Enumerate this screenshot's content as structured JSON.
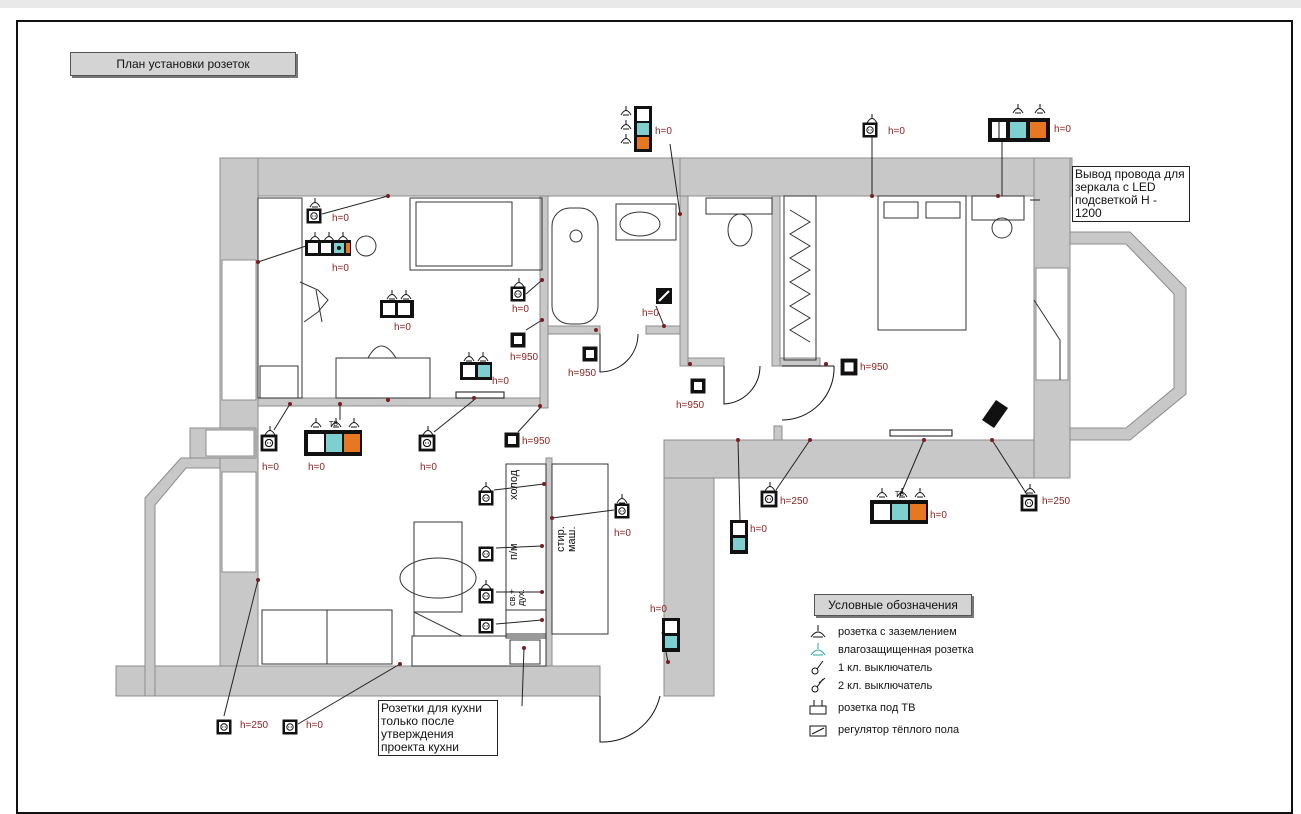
{
  "title": "План установки розеток",
  "notes": {
    "mirror": "Вывод провода для зеркала с LED подсветкой H - 1200",
    "kitchen": "Розетки для кухни только после утверждения проекта кухни"
  },
  "room_labels": {
    "fridge": "холод",
    "dishwasher": "п/м",
    "washer": "стир. маш.",
    "oven": "св.+ дух."
  },
  "legend": {
    "title": "Условные обозначения",
    "items": [
      {
        "symbol": "grounded-socket",
        "label": "розетка с заземлением"
      },
      {
        "symbol": "waterproof-socket",
        "label": "влагозащищенная розетка"
      },
      {
        "symbol": "switch-1",
        "label": "1 кл. выключатель"
      },
      {
        "symbol": "switch-2",
        "label": "2 кл. выключатель"
      },
      {
        "symbol": "tv-socket",
        "label": "розетка под ТВ"
      },
      {
        "symbol": "floor-heating",
        "label": "регулятор тёплого пола"
      }
    ]
  },
  "heights": {
    "h0": "h=0",
    "h250": "h=250",
    "h950": "h=950"
  },
  "tv_tag": "ТВ",
  "colors": {
    "wall": "#c8c8c8",
    "wall_stroke": "#8c8c8c",
    "height_label": "#8a1f1f",
    "waterproof": "#2aa7a7",
    "tv_orange": "#e87722",
    "tv_teal": "#7ed0d0",
    "marker": "#7a1e1e"
  }
}
